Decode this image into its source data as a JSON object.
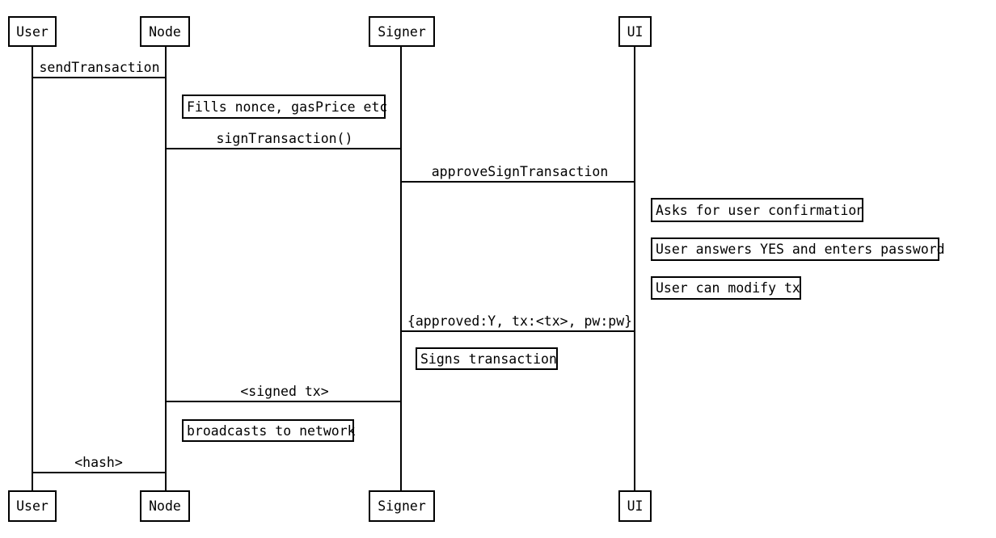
{
  "diagram": {
    "type": "sequence-diagram",
    "colors": {
      "background": "#ffffff",
      "line": "#000000",
      "text": "#000000"
    },
    "actors": [
      {
        "id": "user",
        "label": "User"
      },
      {
        "id": "node",
        "label": "Node"
      },
      {
        "id": "signer",
        "label": "Signer"
      },
      {
        "id": "ui",
        "label": "UI"
      }
    ],
    "messages": [
      {
        "from": "User",
        "to": "Node",
        "label": "sendTransaction"
      },
      {
        "from": "Node",
        "to": "Signer",
        "label": "signTransaction()"
      },
      {
        "from": "Signer",
        "to": "UI",
        "label": "approveSignTransaction"
      },
      {
        "from": "UI",
        "to": "Signer",
        "label": "{approved:Y, tx:<tx>, pw:pw}"
      },
      {
        "from": "Signer",
        "to": "Node",
        "label": "<signed tx>"
      },
      {
        "from": "Node",
        "to": "User",
        "label": "<hash>"
      }
    ],
    "notes": [
      {
        "over": "Node",
        "label": "Fills nonce, gasPrice etc"
      },
      {
        "over": "UI",
        "label": "Asks for user confirmation"
      },
      {
        "over": "UI",
        "label": "User answers YES and enters password"
      },
      {
        "over": "UI",
        "label": "User can modify tx"
      },
      {
        "over": "Signer",
        "label": "Signs transaction"
      },
      {
        "over": "Node",
        "label": "broadcasts to network"
      }
    ]
  }
}
